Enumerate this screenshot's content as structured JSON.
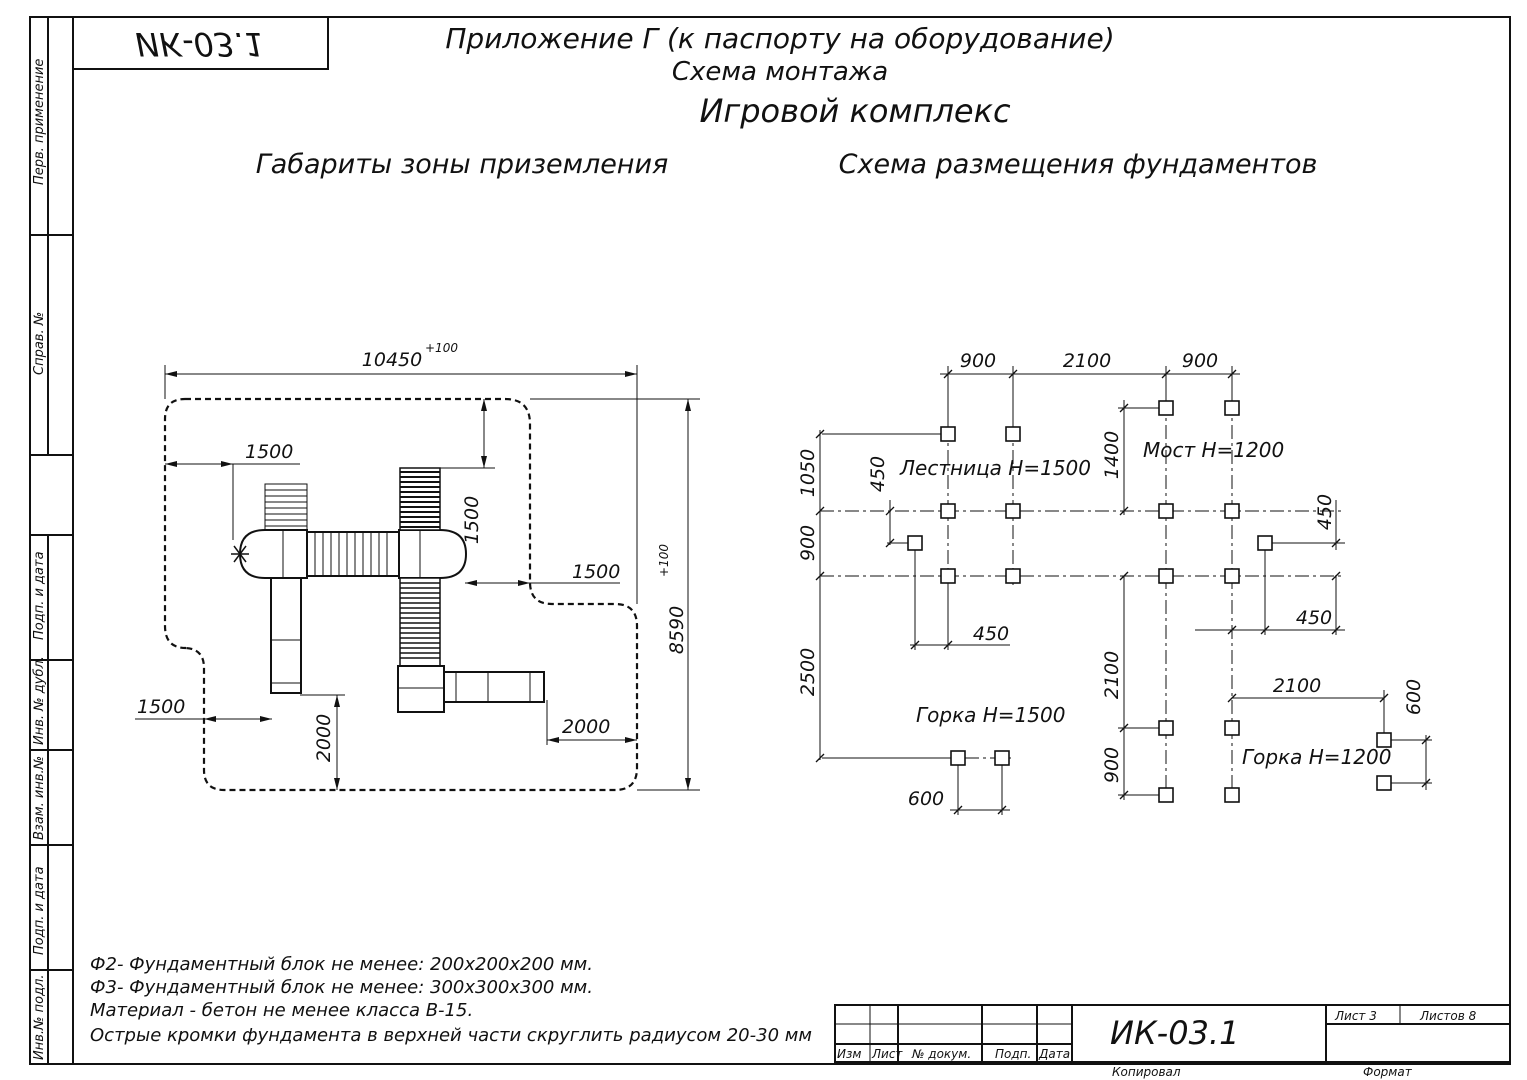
{
  "stamp_top": "ИК-03.1",
  "title_lines": [
    "Приложение Г (к паспорту на оборудование)",
    "Схема монтажа"
  ],
  "product_name": "Игровой комплекс",
  "section_left": "Габариты зоны приземления",
  "section_right": "Схема размещения фундаментов",
  "side_labels": [
    "Перв. применение",
    "Справ. №",
    "Подп. и дата",
    "Инв. № дубл.",
    "Взам. инв.№",
    "Подп. и дата",
    "Инв.№ подл."
  ],
  "left_dims": {
    "overall_width": "10450",
    "overall_width_tol": "+100",
    "overall_height": "8590",
    "overall_height_tol": "+100",
    "d_top_left": "1500",
    "d_top_right": "1500",
    "d_mid_right": "1500",
    "d_bottom_left": "1500",
    "d_bottom_mid": "2000",
    "d_bottom_right": "2000"
  },
  "right_dims": {
    "top1": "900",
    "top2": "2100",
    "top3": "900",
    "left1": "1050",
    "left2": "900",
    "left3": "2500",
    "d450a": "450",
    "d1400": "1400",
    "d450b": "450",
    "d450c": "450",
    "d450d": "450",
    "d2100v": "2100",
    "d900v": "900",
    "d2100h": "2100",
    "d600v": "600",
    "d600h": "600"
  },
  "right_labels": {
    "ladder": "Лестница H=1500",
    "mast": "Мост H=1200",
    "slide1": "Горка H=1500",
    "slide2": "Горка H=1200"
  },
  "notes": [
    "Ф2- Фундаментный блок не менее: 200х200х200 мм.",
    "Ф3- Фундаментный блок не менее: 300х300х300 мм.",
    "Материал - бетон не менее класса В-15.",
    "Острые кромки фундамента в верхней части скруглить радиусом 20-30 мм"
  ],
  "title_block": {
    "code": "ИК-03.1",
    "sheet_label": "Лист 3",
    "sheets_label": "Листов 8",
    "col_izm": "Изм",
    "col_list": "Лист",
    "col_doc": "№ докум.",
    "col_sign": "Подп.",
    "col_date": "Дата",
    "copied": "Копировал",
    "format": "Формат"
  }
}
